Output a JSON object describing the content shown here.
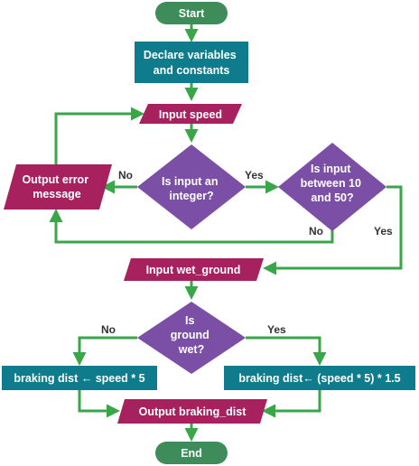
{
  "colors": {
    "terminal": "#3d8c5a",
    "process": "#0e7c8c",
    "io": "#a8215f",
    "decision": "#7b4fa6",
    "arrow": "#3aa64a",
    "label_text": "#333333"
  },
  "nodes": {
    "start": "Start",
    "declare": [
      "Declare variables",
      "and constants"
    ],
    "input_speed": "Input speed",
    "is_integer": [
      "Is input an",
      "integer?"
    ],
    "is_between": [
      "Is input",
      "between 10",
      "and 50?"
    ],
    "output_error": [
      "Output error",
      "message"
    ],
    "input_wet": "Input wet_ground",
    "is_wet": [
      "Is",
      "ground",
      "wet?"
    ],
    "braking_dry": "braking dist ← speed * 5",
    "braking_wet": "braking dist← (speed * 5) * 1.5",
    "output_braking": "Output braking_dist",
    "end": "End"
  },
  "edges": {
    "integer_no": "No",
    "integer_yes": "Yes",
    "between_no": "No",
    "between_yes": "Yes",
    "wet_no": "No",
    "wet_yes": "Yes"
  }
}
